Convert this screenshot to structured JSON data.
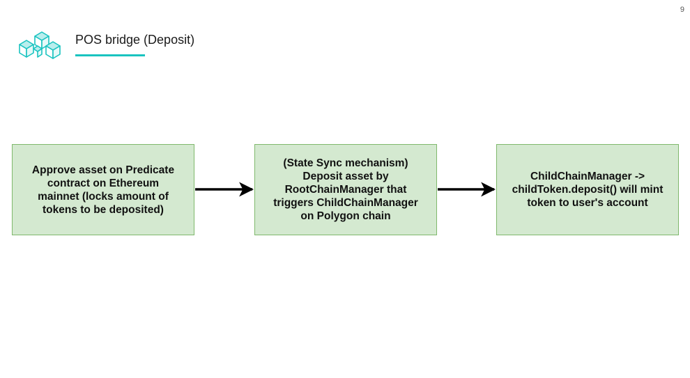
{
  "slide": {
    "page_number": "9",
    "title": "POS bridge (Deposit)",
    "colors": {
      "accent": "#19c3c0",
      "box_fill": "#d4e9d0",
      "box_border": "#7fb86c",
      "arrow": "#000000"
    },
    "logo_icon": "cubes-logo-icon"
  },
  "diagram": {
    "boxes": [
      {
        "lines": [
          "Approve asset on Predicate",
          "contract on Ethereum",
          "mainnet (locks amount of",
          "tokens to be deposited)"
        ]
      },
      {
        "lines": [
          "(State Sync mechanism)",
          "Deposit asset by",
          "RootChainManager that",
          "triggers ChildChainManager",
          "on Polygon chain"
        ]
      },
      {
        "lines": [
          "ChildChainManager ->",
          "childToken.deposit() will mint",
          "token to user's account"
        ]
      }
    ]
  }
}
